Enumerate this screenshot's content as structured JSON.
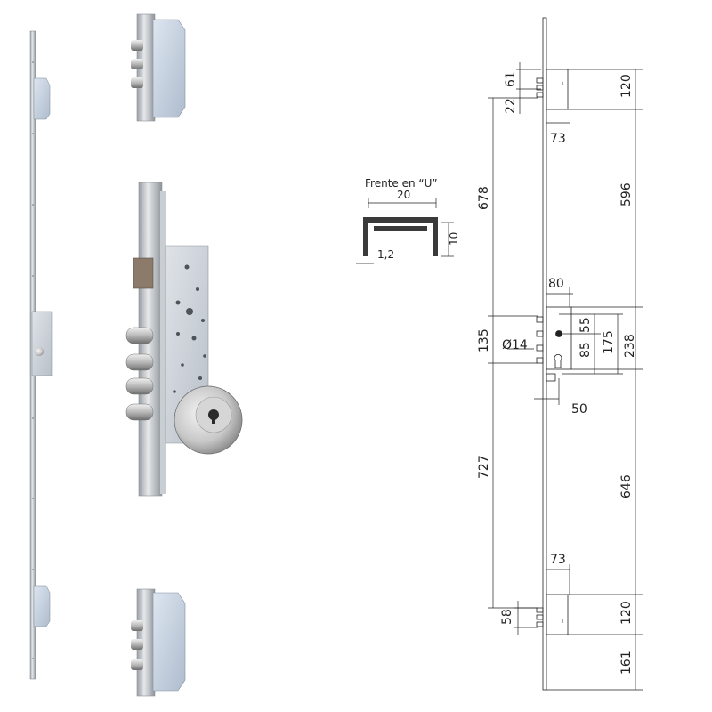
{
  "profile": {
    "title": "Frente en “U”",
    "width": "20",
    "height": "10",
    "thickness": "1,2"
  },
  "dimensions": {
    "top_bolt_offset": "61",
    "top_bolt_gap": "22",
    "top_box_height": "120",
    "top_box_depth": "73",
    "top_to_center": "678",
    "top_box_to_case": "596",
    "case_depth": "80",
    "spindle_to_top": "55",
    "spindle_to_cyl": "85",
    "case_height": "175",
    "faceplate_section": "238",
    "center_bolts": "135",
    "cylinder_diameter": "Ø14",
    "backset": "50",
    "center_to_bottom": "727",
    "case_to_bottom_box": "646",
    "bottom_box_depth": "73",
    "bottom_bolt_spacing": "58",
    "bottom_box_height": "120",
    "bottom_end": "161"
  }
}
